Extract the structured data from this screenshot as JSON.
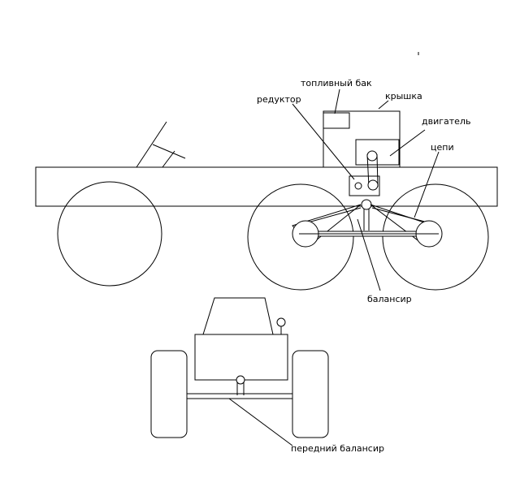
{
  "labels": {
    "fuel_tank": "топливный бак",
    "lid": "крышка",
    "reducer": "редуктор",
    "engine": "двигатель",
    "chains": "цепи",
    "balancer": "балансир",
    "front_balancer": "передний балансир"
  }
}
